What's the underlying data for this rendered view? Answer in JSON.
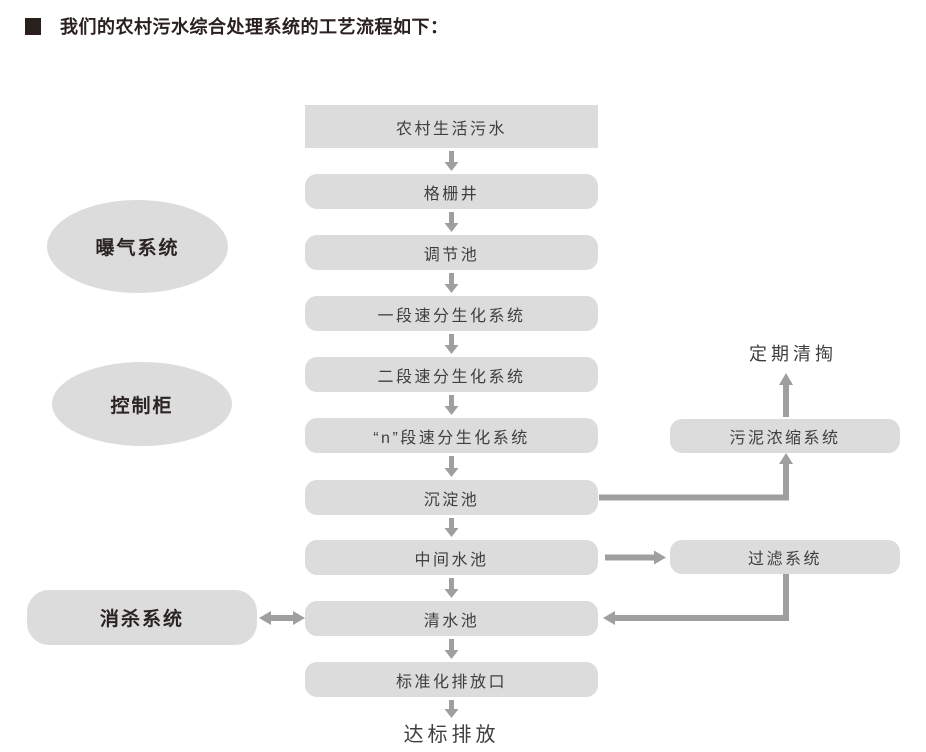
{
  "title": {
    "bullet_icon": "black-square",
    "text": "我们的农村污水综合处理系统的工艺流程如下："
  },
  "flow": [
    "农村生活污水",
    "格栅井",
    "调节池",
    "一段速分生化系统",
    "二段速分生化系统",
    "“n”段速分生化系统",
    "沉淀池",
    "中间水池",
    "清水池",
    "标准化排放口"
  ],
  "left_units": {
    "aeration": "曝气系统",
    "control": "控制柜",
    "disinfection": "消杀系统"
  },
  "right_units": {
    "sludge": "污泥浓缩系统",
    "filter": "过滤系统"
  },
  "notes": {
    "periodic_cleanout": "定期清掏",
    "standard_discharge": "达标排放"
  },
  "edges": [
    {
      "from": "农村生活污水",
      "to": "格栅井",
      "type": "arrow-down"
    },
    {
      "from": "格栅井",
      "to": "调节池",
      "type": "arrow-down"
    },
    {
      "from": "调节池",
      "to": "一段速分生化系统",
      "type": "arrow-down"
    },
    {
      "from": "一段速分生化系统",
      "to": "二段速分生化系统",
      "type": "arrow-down"
    },
    {
      "from": "二段速分生化系统",
      "to": "“n”段速分生化系统",
      "type": "arrow-down"
    },
    {
      "from": "“n”段速分生化系统",
      "to": "沉淀池",
      "type": "arrow-down"
    },
    {
      "from": "沉淀池",
      "to": "中间水池",
      "type": "arrow-down"
    },
    {
      "from": "中间水池",
      "to": "清水池",
      "type": "arrow-down"
    },
    {
      "from": "清水池",
      "to": "标准化排放口",
      "type": "arrow-down"
    },
    {
      "from": "标准化排放口",
      "to": "达标排放",
      "type": "arrow-down"
    },
    {
      "from": "沉淀池",
      "to": "污泥浓缩系统",
      "type": "elbow-right-up"
    },
    {
      "from": "污泥浓缩系统",
      "to": "定期清掏",
      "type": "arrow-up"
    },
    {
      "from": "中间水池",
      "to": "过滤系统",
      "type": "arrow-right"
    },
    {
      "from": "过滤系统",
      "to": "清水池",
      "type": "elbow-down-left"
    },
    {
      "from": "消杀系统",
      "to": "清水池",
      "type": "arrow-both"
    }
  ],
  "palette": {
    "background": "#ffffff",
    "box_fill": "#dcdcdc",
    "box_text": "#3f3f3f",
    "accent_text": "#2a211e",
    "arrow": "#9f9f9f"
  }
}
